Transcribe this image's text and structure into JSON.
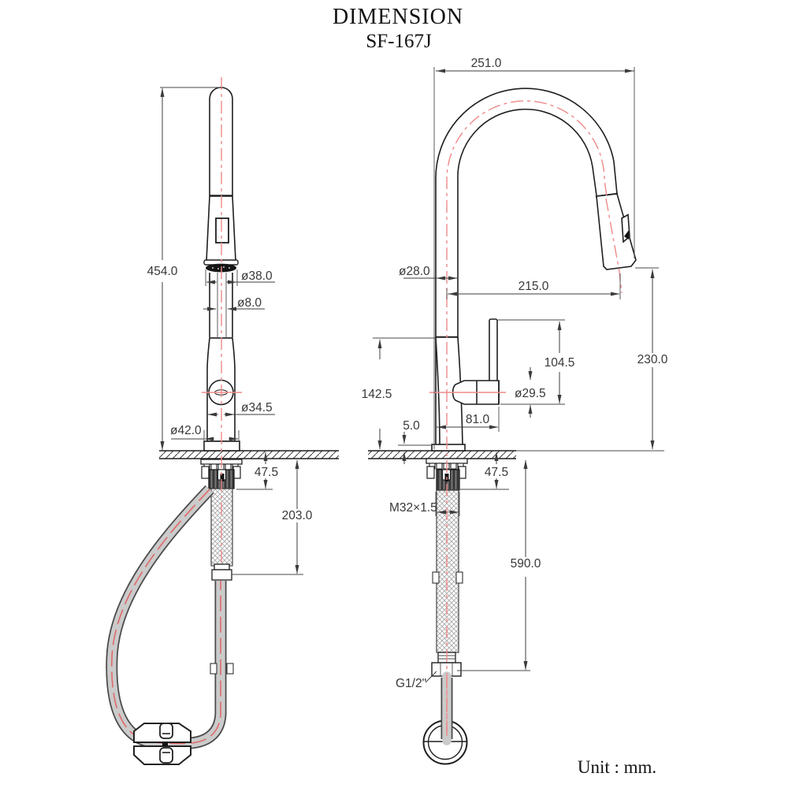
{
  "title": "DIMENSION",
  "model": "SF-167J",
  "unit_note": "Unit : mm.",
  "front_view": {
    "dims": {
      "overall_height": "454.0",
      "spray_head_diameter": "ø38.0",
      "hose_diameter": "ø8.0",
      "body_diameter": "ø34.5",
      "base_diameter": "ø42.0",
      "deck_thickness": "47.5",
      "under_counter_hose": "203.0"
    }
  },
  "side_view": {
    "dims": {
      "overall_reach": "251.0",
      "spout_diameter": "ø28.0",
      "spout_reach": "215.0",
      "handle_height": "104.5",
      "handle_diameter": "ø29.5",
      "body_height": "142.5",
      "spout_tip_height": "230.0",
      "base_offset": "5.0",
      "handle_reach": "81.0",
      "deck_thickness": "47.5",
      "shank_thread": "M32×1.5",
      "supply_hose_length": "590.0",
      "connector_thread": "G1/2\""
    }
  }
}
